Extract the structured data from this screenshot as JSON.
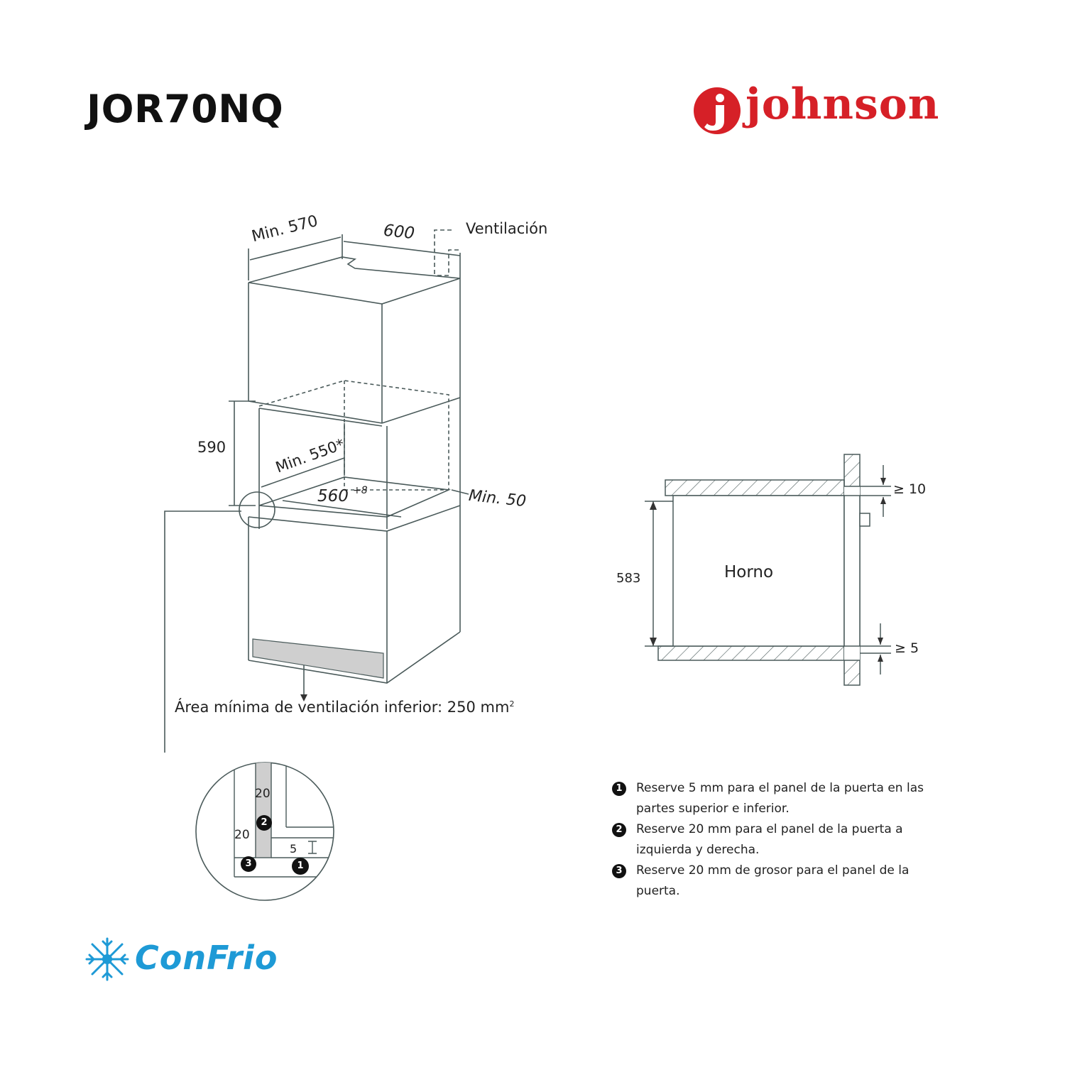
{
  "header": {
    "model": "JOR70NQ",
    "brand": "johnson",
    "brand_color": "#d62027"
  },
  "cabinet_diagram": {
    "top_depth": "Min. 570",
    "top_width": "600",
    "ventilation_label": "Ventilación",
    "niche_height": "590",
    "niche_depth": "Min. 550*",
    "niche_width": "560",
    "niche_width_tolerance": "+8",
    "rear_gap": "Min. 50",
    "vent_area_label": "Área mínima de ventilación inferior: 250 mm",
    "vent_area_sup": "2"
  },
  "detail_diagram": {
    "dim_top": "20",
    "dim_left": "20",
    "dim_gap": "5",
    "marker_1": "1",
    "marker_2": "2",
    "marker_3": "3"
  },
  "side_section": {
    "height": "583",
    "oven_label": "Horno",
    "gap_top": "≥ 10",
    "gap_bottom": "≥ 5"
  },
  "notes": [
    {
      "num": "1",
      "text": "Reserve 5 mm para el panel de la puerta en las partes superior e inferior."
    },
    {
      "num": "2",
      "text": "Reserve 20 mm para el panel de la puerta a izquierda y derecha."
    },
    {
      "num": "3",
      "text": "Reserve 20 mm de grosor para el panel de la puerta."
    }
  ],
  "footer": {
    "watermark": "ConFrio",
    "watermark_color": "#1e9ad6"
  }
}
